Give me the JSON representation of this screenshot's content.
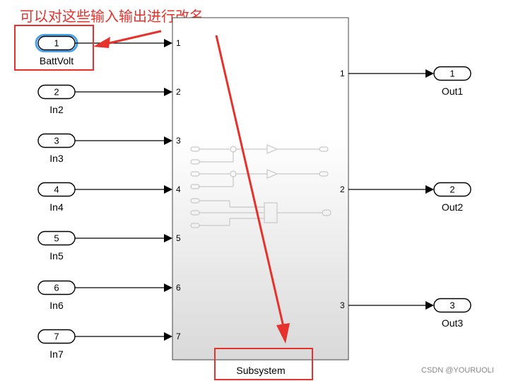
{
  "annotation": "可以对这些输入输出进行改名",
  "subsystem": {
    "label": "Subsystem"
  },
  "inports": [
    {
      "number": "1",
      "name": "BattVolt",
      "pin": "1",
      "highlighted": true
    },
    {
      "number": "2",
      "name": "In2",
      "pin": "2"
    },
    {
      "number": "3",
      "name": "In3",
      "pin": "3"
    },
    {
      "number": "4",
      "name": "In4",
      "pin": "4"
    },
    {
      "number": "5",
      "name": "In5",
      "pin": "5"
    },
    {
      "number": "6",
      "name": "In6",
      "pin": "6"
    },
    {
      "number": "7",
      "name": "In7",
      "pin": "7"
    }
  ],
  "outports": [
    {
      "number": "1",
      "name": "Out1",
      "pin": "1"
    },
    {
      "number": "2",
      "name": "Out2",
      "pin": "2"
    },
    {
      "number": "3",
      "name": "Out3",
      "pin": "3"
    }
  ],
  "watermark": "CSDN @YOURUOLI",
  "colors": {
    "annotation": "#e5322d",
    "highlight": "#4aa3e8",
    "line": "#000000"
  }
}
